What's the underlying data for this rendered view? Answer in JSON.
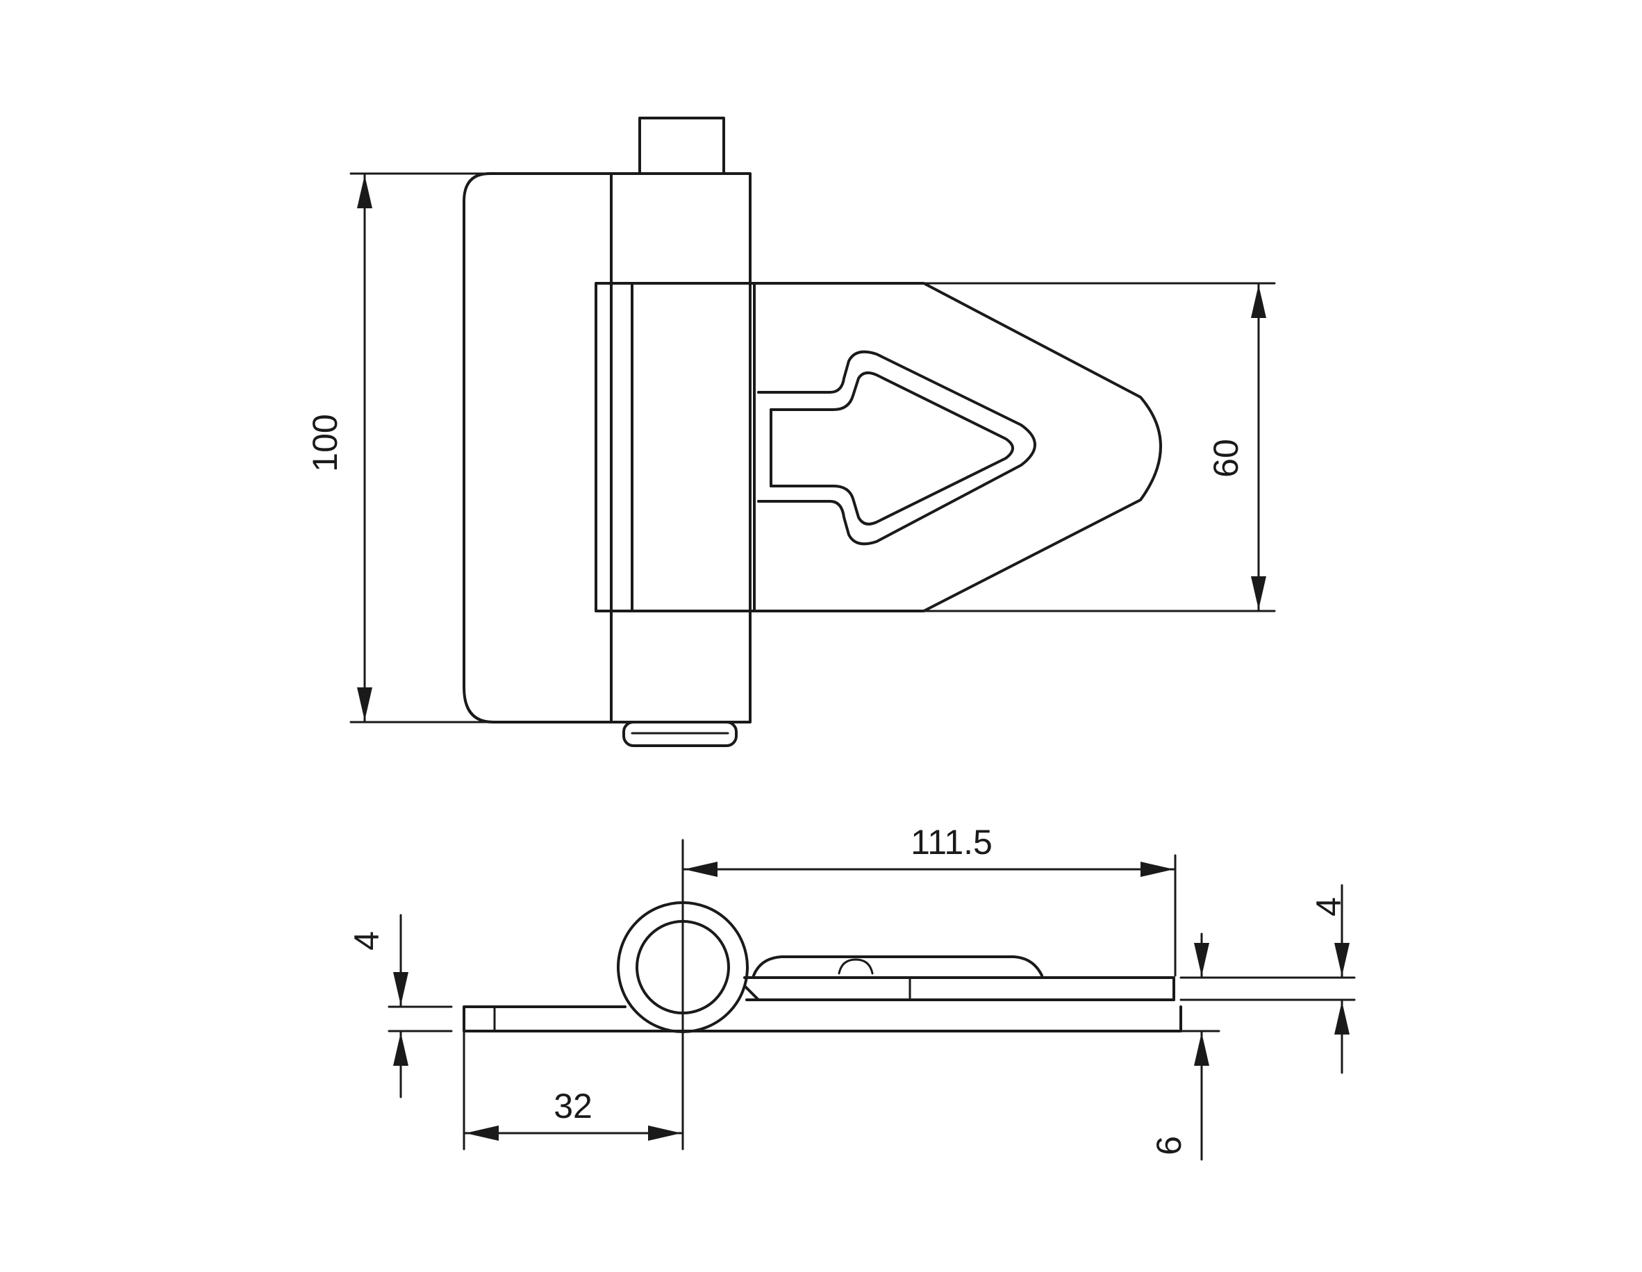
{
  "dimensions": {
    "total_height": "100",
    "plate_height": "60",
    "overall_length": "111.5",
    "knuckle_offset": "32",
    "plate_thickness_left": "4",
    "plate_thickness_right": "4",
    "raised_height": "6"
  }
}
